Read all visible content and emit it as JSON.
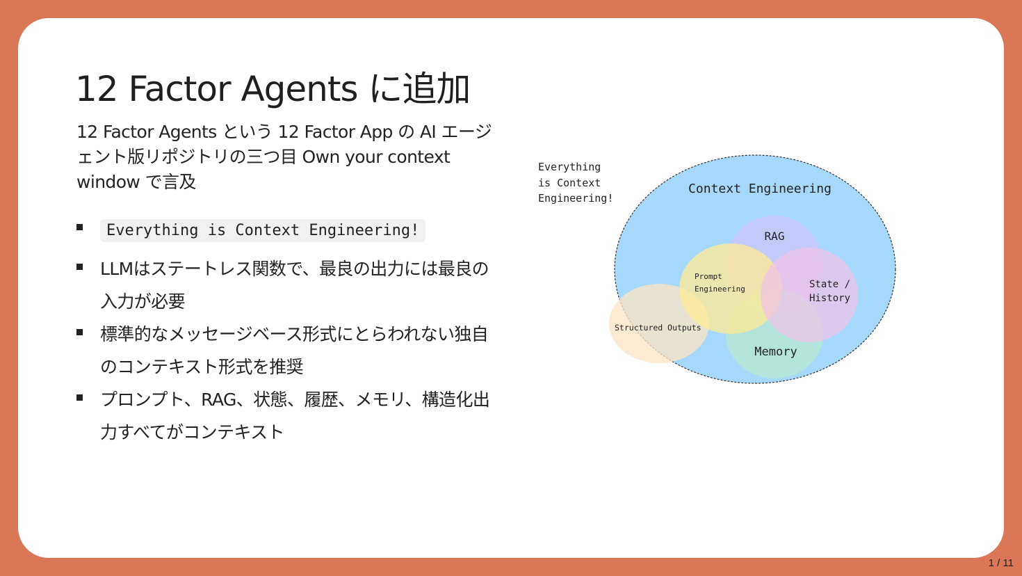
{
  "slide": {
    "title": "12 Factor Agents に追加",
    "lead": "12 Factor Agents という 12 Factor App の AI エージェント版リポジトリの三つ目 Own your context window で言及",
    "bullets": [
      {
        "code": "Everything is Context Engineering!"
      },
      {
        "text": "LLMはステートレス関数で、最良の出力には最良の入力が必要"
      },
      {
        "text": "標準的なメッセージベース形式にとらわれない独自のコンテキスト形式を推奨"
      },
      {
        "text": "プロンプト、RAG、状態、履歴、メモリ、構造化出力すべてがコンテキスト"
      }
    ],
    "page_number": "1 / 11"
  },
  "diagram": {
    "corner_note": [
      "Everything",
      "is Context",
      "Engineering!"
    ],
    "outer_label": "Context Engineering",
    "circles": [
      {
        "label": [
          "RAG"
        ],
        "color": "#c9c6f7"
      },
      {
        "label": [
          "Prompt",
          "Engineering"
        ],
        "color": "#fdeb98"
      },
      {
        "label": [
          "State /",
          "History"
        ],
        "color": "#f0c4e8"
      },
      {
        "label": [
          "Memory"
        ],
        "color": "#b5e7d3"
      },
      {
        "label": [
          "Structured Outputs"
        ],
        "color": "#fbe4c6"
      }
    ],
    "colors": {
      "outer": "#a6d8fb",
      "frame": "#d97757"
    }
  }
}
